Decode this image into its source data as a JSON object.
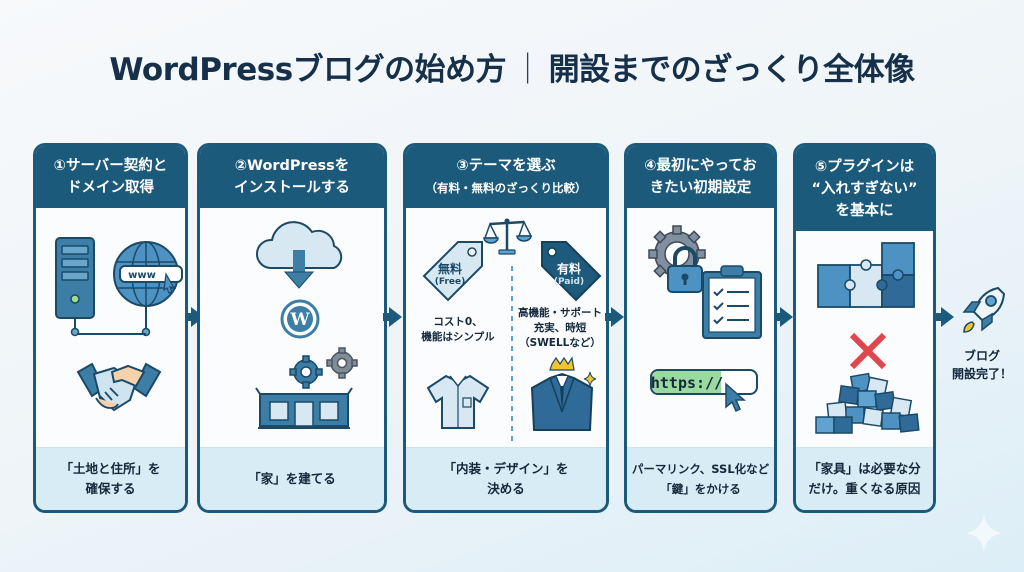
{
  "title": {
    "main": "WordPressブログの始め方",
    "separator": "｜",
    "sub": "開設までのざっくり全体像"
  },
  "steps": [
    {
      "number": "①",
      "heading_lines": [
        "①サーバー契約と",
        "ドメイン取得"
      ],
      "icons": [
        "server-icon",
        "globe-www-icon",
        "cursor-icon",
        "handshake-icon"
      ],
      "globe_label": "www",
      "footer_lines": [
        "「土地と住所」を",
        "確保する"
      ]
    },
    {
      "number": "②",
      "heading_lines": [
        "②WordPressを",
        "インストールする"
      ],
      "icons": [
        "cloud-download-icon",
        "wordpress-logo-icon",
        "gear-icon",
        "building-icon"
      ],
      "footer_lines": [
        "「家」を建てる"
      ]
    },
    {
      "number": "③",
      "heading_lines": [
        "③テーマを選ぶ"
      ],
      "heading_sub": "（有料・無料のざっくり比較）",
      "icons": [
        "scale-icon",
        "price-tag-icon",
        "shirt-icon",
        "suit-icon",
        "crown-icon",
        "sparkle-icon"
      ],
      "free_tag": {
        "label": "無料",
        "sub": "(Free)"
      },
      "paid_tag": {
        "label": "有料",
        "sub": "(Paid)"
      },
      "free_note_lines": [
        "コスト0、",
        "機能はシンプル"
      ],
      "paid_note_lines": [
        "高機能・サポート",
        "充実、時短",
        "（SWELLなど）"
      ],
      "footer_lines": [
        "「内装・デザイン」を",
        "決める"
      ]
    },
    {
      "number": "④",
      "heading_lines": [
        "④最初にやってお",
        "きたい初期設定"
      ],
      "icons": [
        "gear-icon",
        "lock-icon",
        "checklist-clipboard-icon",
        "url-bar-icon",
        "cursor-icon"
      ],
      "url_text": "https://",
      "footer_lines": [
        "パーマリンク、SSL化など",
        "「鍵」をかける"
      ]
    },
    {
      "number": "⑤",
      "heading_lines": [
        "⑤プラグインは",
        "“入れすぎない”",
        "を基本に"
      ],
      "icons": [
        "puzzle-pieces-icon",
        "x-mark-icon",
        "puzzle-pile-icon"
      ],
      "footer_lines": [
        "「家具」は必要な分",
        "だけ。重くなる原因"
      ]
    }
  ],
  "finish": {
    "icon": "rocket-icon",
    "label_lines": [
      "ブログ",
      "開設完了！"
    ]
  },
  "colors": {
    "primary": "#1b5a7a",
    "footer_bg": "#d8ecf5",
    "accent_light": "#5fa3cf",
    "success_green": "#8fd19a",
    "danger_red": "#e0474c",
    "title_text": "#16304a"
  }
}
